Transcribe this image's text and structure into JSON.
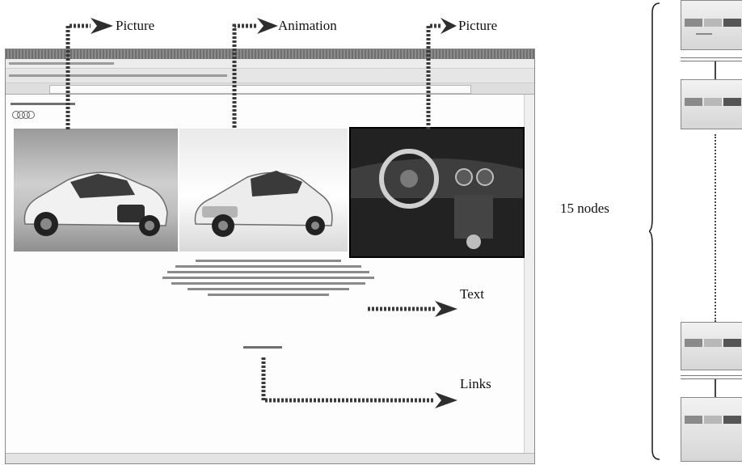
{
  "annotations": {
    "picture_left": "Picture",
    "animation": "Animation",
    "picture_right": "Picture",
    "text": "Text",
    "links": "Links",
    "nodes": "15 nodes"
  },
  "colors": {
    "arrow": "#3a3a3a",
    "photo_dark": "#1b1b1b"
  }
}
